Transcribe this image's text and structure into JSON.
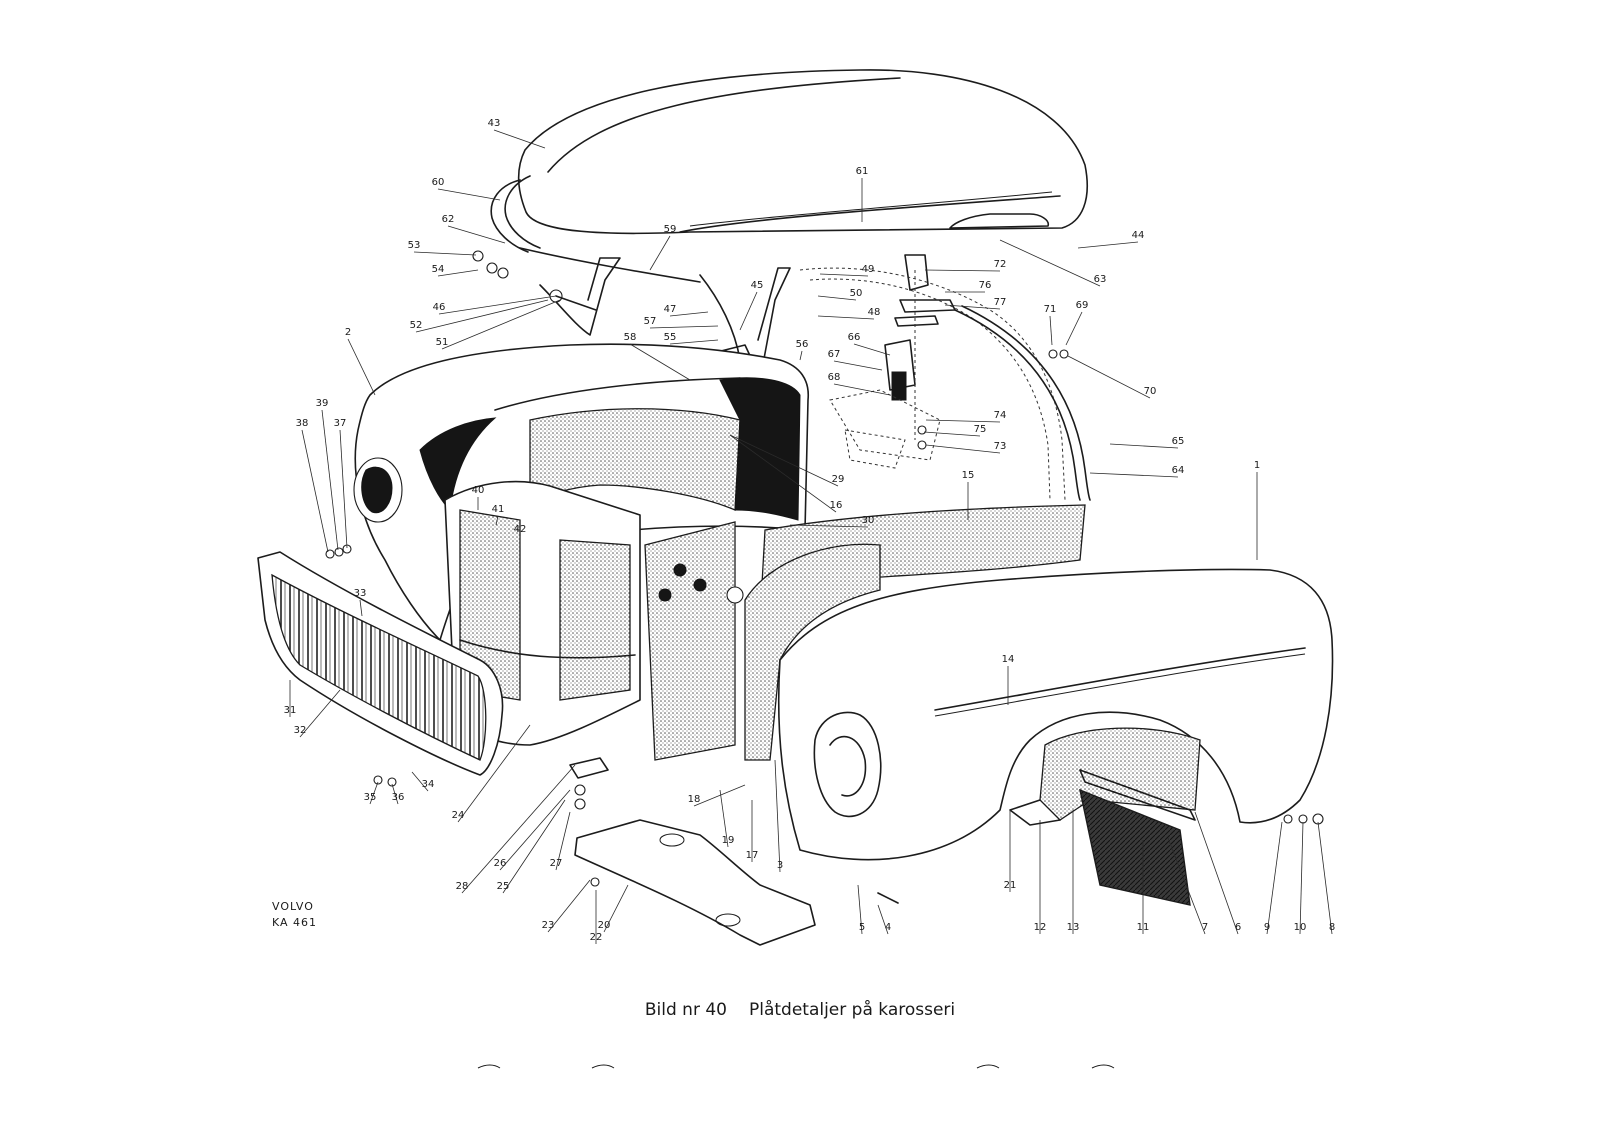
{
  "caption": {
    "figure": "Bild nr 40",
    "title": "Plåtdetaljer på karosseri"
  },
  "stamp": {
    "brand": "VOLVO",
    "code": "KA 461"
  },
  "callouts": [
    "1",
    "2",
    "3",
    "4",
    "5",
    "6",
    "7",
    "8",
    "9",
    "10",
    "11",
    "12",
    "13",
    "14",
    "15",
    "16",
    "17",
    "18",
    "19",
    "20",
    "21",
    "22",
    "23",
    "24",
    "25",
    "26",
    "27",
    "28",
    "29",
    "30",
    "31",
    "32",
    "33",
    "34",
    "35",
    "36",
    "37",
    "38",
    "39",
    "40",
    "41",
    "42",
    "43",
    "44",
    "45",
    "46",
    "47",
    "48",
    "49",
    "50",
    "51",
    "52",
    "53",
    "54",
    "55",
    "56",
    "57",
    "58",
    "59",
    "60",
    "61",
    "62",
    "63",
    "64",
    "65",
    "66",
    "67",
    "68",
    "69",
    "70",
    "71",
    "72",
    "73",
    "74",
    "75",
    "76",
    "77"
  ]
}
